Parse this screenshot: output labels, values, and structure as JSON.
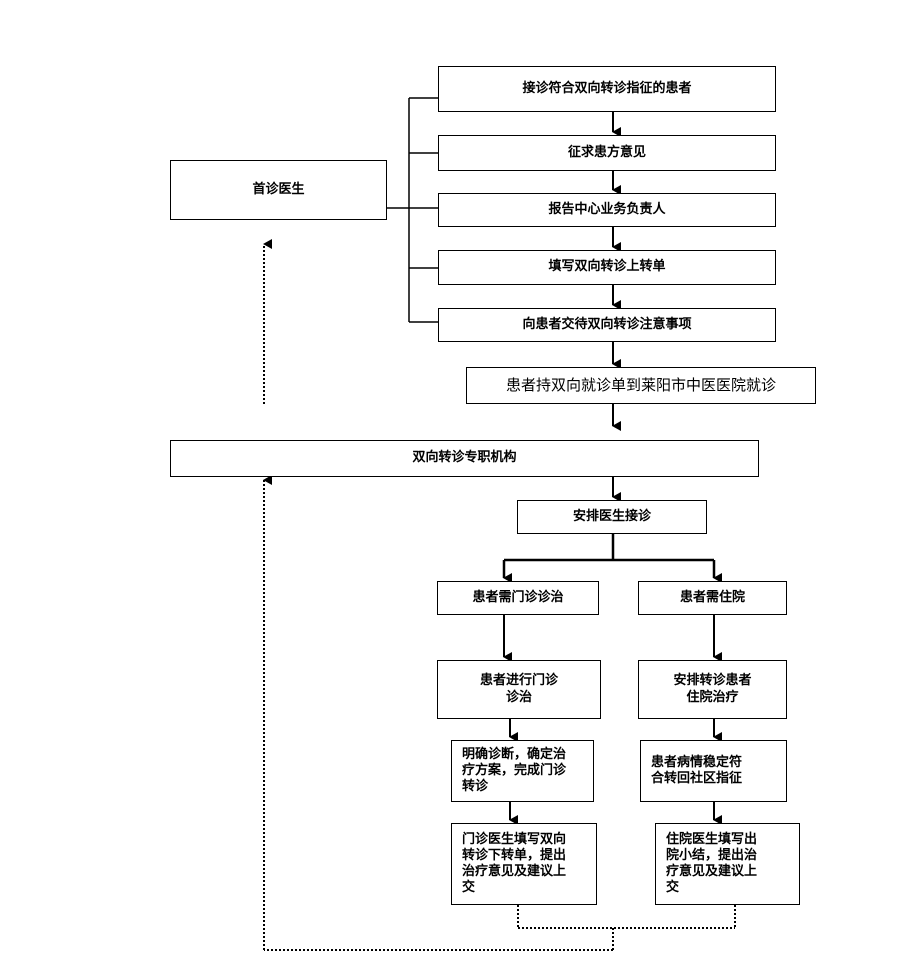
{
  "nodes": {
    "first_doctor": "首诊医生",
    "step1": "接诊符合双向转诊指征的患者",
    "step2": "征求患方意见",
    "step3": "报告中心业务负责人",
    "step4": "填写双向转诊上转单",
    "step5": "向患者交待双向转诊注意事项",
    "step6": "患者持双向就诊单到莱阳市中医医院就诊",
    "agency": "双向转诊专职机构",
    "arrange": "安排医生接诊",
    "outpatient_need": "患者需门诊诊治",
    "inpatient_need": "患者需住院",
    "outpatient_do": "患者进行门诊\n诊治",
    "inpatient_do": "安排转诊患者\n住院治疗",
    "outpatient_diag": "明确诊断，确定治\n疗方案，完成门诊\n转诊",
    "inpatient_stable": "患者病情稳定符\n合转回社区指征",
    "outpatient_form": "门诊医生填写双向\n转诊下转单，提出\n治疗意见及建议上\n交",
    "inpatient_summary": "住院医生填写出\n院小结，提出治\n疗意见及建议上\n交"
  }
}
